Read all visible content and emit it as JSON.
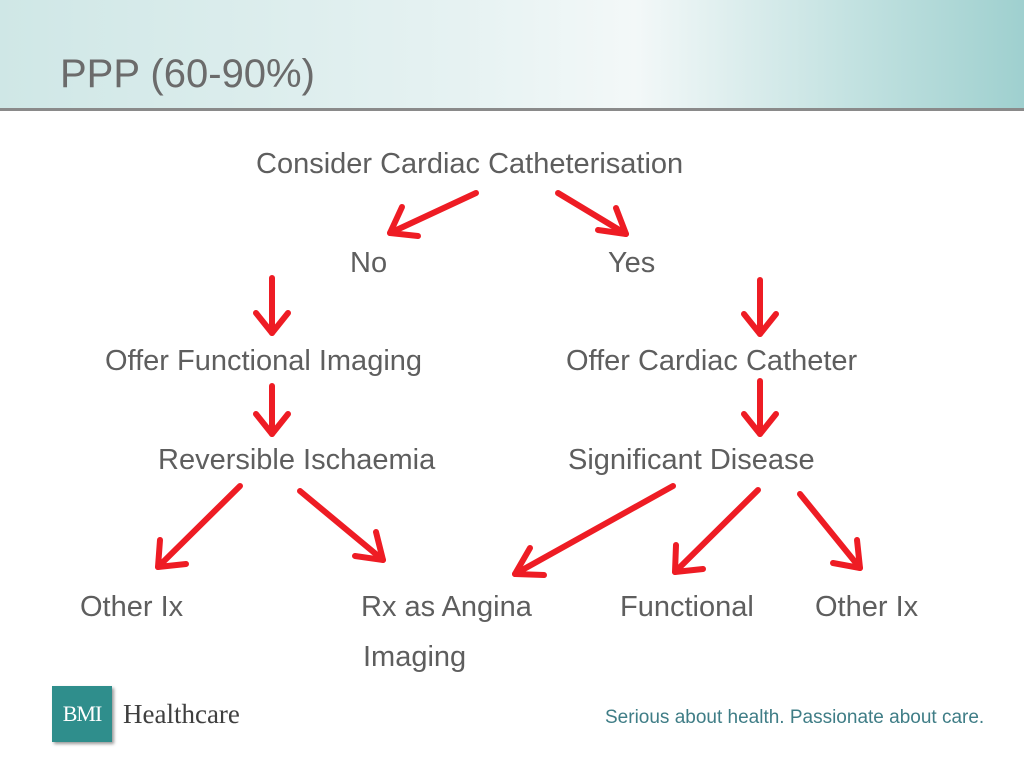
{
  "slide": {
    "title": "PPP (60-90%)"
  },
  "flow": {
    "root": "Consider Cardiac Catheterisation",
    "no": "No",
    "yes": "Yes",
    "offer_functional": "Offer Functional Imaging",
    "offer_catheter": "Offer Cardiac Catheter",
    "reversible": "Reversible Ischaemia",
    "significant": "Significant Disease",
    "other_ix_left": "Other Ix",
    "rx_angina_line1": "Rx as Angina",
    "rx_angina_line2": "Imaging",
    "functional": "Functional",
    "other_ix_right": "Other Ix"
  },
  "footer": {
    "logo": "BMI",
    "brand": "Healthcare",
    "tagline": "Serious about health. Passionate about care."
  },
  "colors": {
    "arrow": "#ee1c24",
    "header_teal": "#9fd0cf",
    "logo_teal": "#2f8e8c"
  }
}
